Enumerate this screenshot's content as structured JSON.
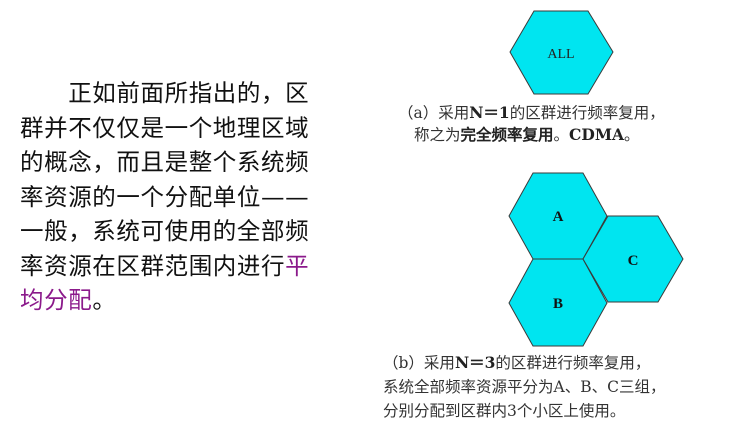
{
  "paragraph": {
    "lines": [
      "　　正如前面所指出的，区",
      "群并不仅仅是一个地理区域",
      "的概念，而且是整个系统频",
      "率资源的一个分配单位——",
      "一般，系统可使用的全部频",
      "率资源在区群范围内进行"
    ],
    "line6_highlight": "平",
    "line7_highlight": "均分配",
    "line7_tail": "。"
  },
  "figure_a": {
    "hex_label": "ALL",
    "caption_line1_prefix": "（a）采用",
    "caption_line1_bold": "N＝1",
    "caption_line1_suffix": "的区群进行频率复用，",
    "caption_line2_prefix": "称之为",
    "caption_line2_bold": "完全频率复用",
    "caption_line2_mid": "。",
    "caption_line2_bold2": "CDMA",
    "caption_line2_suffix": "。"
  },
  "figure_b": {
    "hex_labels": [
      "A",
      "B",
      "C"
    ],
    "caption_line1_prefix": "（b）采用",
    "caption_line1_bold": "N＝3",
    "caption_line1_suffix": "的区群进行频率复用，",
    "caption_line2": "系统全部频率资源平分为A、B、C三组，",
    "caption_line3": "分别分配到区群内3个小区上使用。"
  },
  "colors": {
    "hex_fill": "#00e5f0",
    "hex_stroke": "#3a3a3a",
    "highlight_text": "#8b1a8b"
  }
}
